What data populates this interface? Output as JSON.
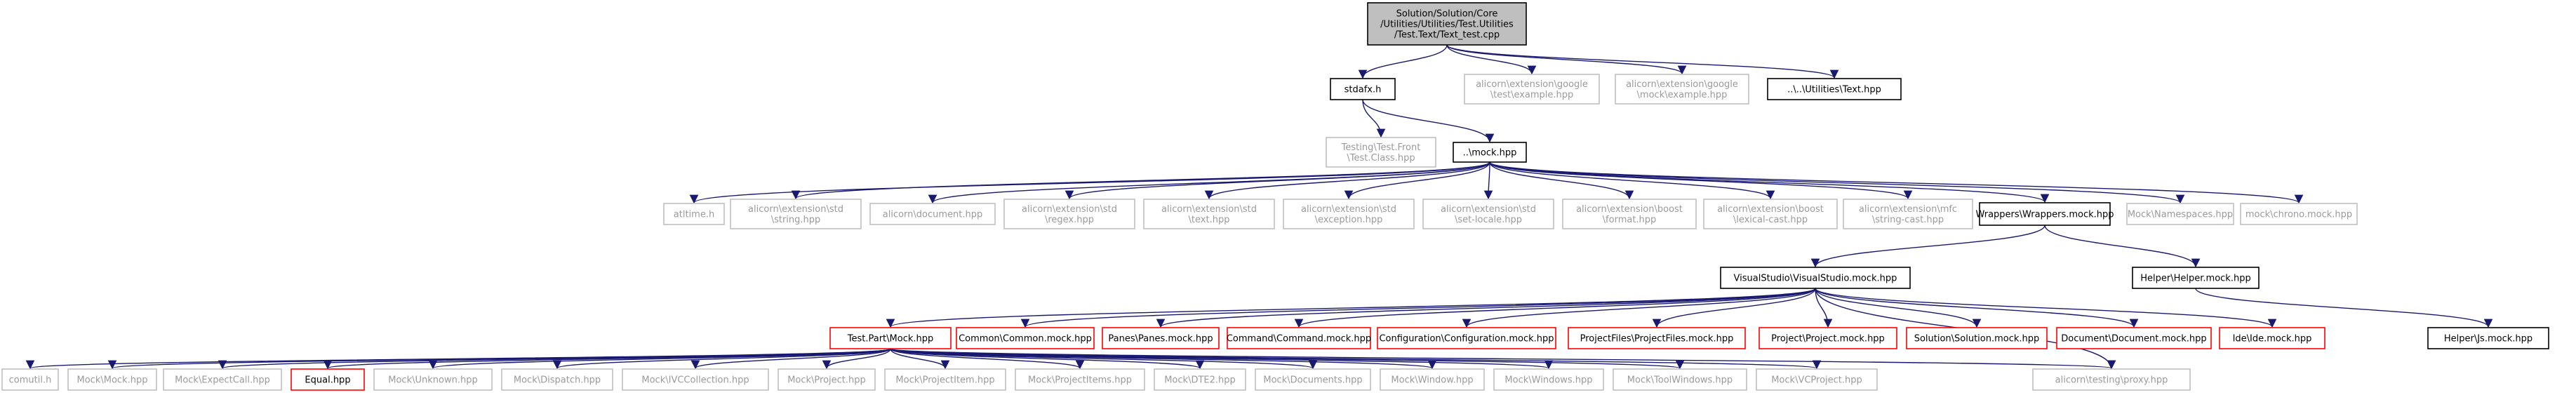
{
  "colors": {
    "edge": "#191970",
    "root_fill": "#bfbfbf",
    "missing_border": "#ff0000",
    "external_border": "#bfbfbf",
    "documented_border": "#000000"
  },
  "nodes": [
    {
      "id": "root",
      "kind": "root",
      "lines": [
        "Solution/Solution/Core",
        "/Utilities/Utilities/Test.Utilities",
        "/Test.Text/Text_test.cpp"
      ]
    },
    {
      "id": "stdafx",
      "kind": "documented",
      "lines": [
        "stdafx.h"
      ]
    },
    {
      "id": "gtest_ex",
      "kind": "external",
      "lines": [
        "alicorn\\extension\\google",
        "\\test\\example.hpp"
      ]
    },
    {
      "id": "gmock_ex",
      "kind": "external",
      "lines": [
        "alicorn\\extension\\google",
        "\\mock\\example.hpp"
      ]
    },
    {
      "id": "text_hpp",
      "kind": "documented",
      "lines": [
        "..\\..\\Utilities\\Text.hpp"
      ]
    },
    {
      "id": "testing_front",
      "kind": "external",
      "lines": [
        "Testing\\Test.Front",
        "\\Test.Class.hpp"
      ]
    },
    {
      "id": "mock_hpp",
      "kind": "documented",
      "lines": [
        "..\\mock.hpp"
      ]
    },
    {
      "id": "atltime",
      "kind": "external",
      "lines": [
        "atltime.h"
      ]
    },
    {
      "id": "std_string",
      "kind": "external",
      "lines": [
        "alicorn\\extension\\std",
        "\\string.hpp"
      ]
    },
    {
      "id": "document",
      "kind": "external",
      "lines": [
        "alicorn\\document.hpp"
      ]
    },
    {
      "id": "std_regex",
      "kind": "external",
      "lines": [
        "alicorn\\extension\\std",
        "\\regex.hpp"
      ]
    },
    {
      "id": "std_text",
      "kind": "external",
      "lines": [
        "alicorn\\extension\\std",
        "\\text.hpp"
      ]
    },
    {
      "id": "std_exception",
      "kind": "external",
      "lines": [
        "alicorn\\extension\\std",
        "\\exception.hpp"
      ]
    },
    {
      "id": "std_setlocale",
      "kind": "external",
      "lines": [
        "alicorn\\extension\\std",
        "\\set-locale.hpp"
      ]
    },
    {
      "id": "boost_format",
      "kind": "external",
      "lines": [
        "alicorn\\extension\\boost",
        "\\format.hpp"
      ]
    },
    {
      "id": "boost_lexical",
      "kind": "external",
      "lines": [
        "alicorn\\extension\\boost",
        "\\lexical-cast.hpp"
      ]
    },
    {
      "id": "mfc_string",
      "kind": "external",
      "lines": [
        "alicorn\\extension\\mfc",
        "\\string-cast.hpp"
      ]
    },
    {
      "id": "wrappers",
      "kind": "documented",
      "lines": [
        "Wrappers\\Wrappers.mock.hpp"
      ]
    },
    {
      "id": "mock_namespaces",
      "kind": "external",
      "lines": [
        "Mock\\Namespaces.hpp"
      ]
    },
    {
      "id": "mock_chrono",
      "kind": "external",
      "lines": [
        "mock\\chrono.mock.hpp"
      ]
    },
    {
      "id": "vs_mock",
      "kind": "documented",
      "lines": [
        "VisualStudio\\VisualStudio.mock.hpp"
      ]
    },
    {
      "id": "helper_mock",
      "kind": "documented",
      "lines": [
        "Helper\\Helper.mock.hpp"
      ]
    },
    {
      "id": "helper_js",
      "kind": "documented",
      "lines": [
        "Helper\\Js.mock.hpp"
      ]
    },
    {
      "id": "testpart",
      "kind": "missing",
      "lines": [
        "Test.Part\\Mock.hpp"
      ]
    },
    {
      "id": "common",
      "kind": "missing",
      "lines": [
        "Common\\Common.mock.hpp"
      ]
    },
    {
      "id": "panes",
      "kind": "missing",
      "lines": [
        "Panes\\Panes.mock.hpp"
      ]
    },
    {
      "id": "command",
      "kind": "missing",
      "lines": [
        "Command\\Command.mock.hpp"
      ]
    },
    {
      "id": "configuration",
      "kind": "missing",
      "lines": [
        "Configuration\\Configuration.mock.hpp"
      ]
    },
    {
      "id": "projectfiles",
      "kind": "missing",
      "lines": [
        "ProjectFiles\\ProjectFiles.mock.hpp"
      ]
    },
    {
      "id": "project",
      "kind": "missing",
      "lines": [
        "Project\\Project.mock.hpp"
      ]
    },
    {
      "id": "solution",
      "kind": "missing",
      "lines": [
        "Solution\\Solution.mock.hpp"
      ]
    },
    {
      "id": "document_mock",
      "kind": "missing",
      "lines": [
        "Document\\Document.mock.hpp"
      ]
    },
    {
      "id": "ide",
      "kind": "missing",
      "lines": [
        "Ide\\Ide.mock.hpp"
      ]
    },
    {
      "id": "comutil",
      "kind": "external",
      "lines": [
        "comutil.h"
      ]
    },
    {
      "id": "mock_mock",
      "kind": "external",
      "lines": [
        "Mock\\Mock.hpp"
      ]
    },
    {
      "id": "expectcall",
      "kind": "external",
      "lines": [
        "Mock\\ExpectCall.hpp"
      ]
    },
    {
      "id": "equal",
      "kind": "missing",
      "lines": [
        "Equal.hpp"
      ]
    },
    {
      "id": "unknown",
      "kind": "external",
      "lines": [
        "Mock\\Unknown.hpp"
      ]
    },
    {
      "id": "dispatch",
      "kind": "external",
      "lines": [
        "Mock\\Dispatch.hpp"
      ]
    },
    {
      "id": "ivccollection",
      "kind": "external",
      "lines": [
        "Mock\\IVCCollection.hpp"
      ]
    },
    {
      "id": "mproject",
      "kind": "external",
      "lines": [
        "Mock\\Project.hpp"
      ]
    },
    {
      "id": "projectitem",
      "kind": "external",
      "lines": [
        "Mock\\ProjectItem.hpp"
      ]
    },
    {
      "id": "projectitems",
      "kind": "external",
      "lines": [
        "Mock\\ProjectItems.hpp"
      ]
    },
    {
      "id": "dte2",
      "kind": "external",
      "lines": [
        "Mock\\DTE2.hpp"
      ]
    },
    {
      "id": "documents",
      "kind": "external",
      "lines": [
        "Mock\\Documents.hpp"
      ]
    },
    {
      "id": "window",
      "kind": "external",
      "lines": [
        "Mock\\Window.hpp"
      ]
    },
    {
      "id": "windows",
      "kind": "external",
      "lines": [
        "Mock\\Windows.hpp"
      ]
    },
    {
      "id": "toolwindows",
      "kind": "external",
      "lines": [
        "Mock\\ToolWindows.hpp"
      ]
    },
    {
      "id": "vcproject",
      "kind": "external",
      "lines": [
        "Mock\\VCProject.hpp"
      ]
    },
    {
      "id": "proxy",
      "kind": "external",
      "lines": [
        "alicorn\\testing\\proxy.hpp"
      ]
    }
  ],
  "edges": [
    [
      "root",
      "stdafx"
    ],
    [
      "root",
      "gtest_ex"
    ],
    [
      "root",
      "gmock_ex"
    ],
    [
      "root",
      "text_hpp"
    ],
    [
      "stdafx",
      "testing_front"
    ],
    [
      "stdafx",
      "mock_hpp"
    ],
    [
      "mock_hpp",
      "atltime"
    ],
    [
      "mock_hpp",
      "std_string"
    ],
    [
      "mock_hpp",
      "document"
    ],
    [
      "mock_hpp",
      "std_regex"
    ],
    [
      "mock_hpp",
      "std_text"
    ],
    [
      "mock_hpp",
      "std_exception"
    ],
    [
      "mock_hpp",
      "std_setlocale"
    ],
    [
      "mock_hpp",
      "boost_format"
    ],
    [
      "mock_hpp",
      "boost_lexical"
    ],
    [
      "mock_hpp",
      "mfc_string"
    ],
    [
      "mock_hpp",
      "wrappers"
    ],
    [
      "mock_hpp",
      "mock_namespaces"
    ],
    [
      "mock_hpp",
      "mock_chrono"
    ],
    [
      "wrappers",
      "vs_mock"
    ],
    [
      "wrappers",
      "helper_mock"
    ],
    [
      "helper_mock",
      "helper_js"
    ],
    [
      "vs_mock",
      "testpart"
    ],
    [
      "vs_mock",
      "common"
    ],
    [
      "vs_mock",
      "panes"
    ],
    [
      "vs_mock",
      "command"
    ],
    [
      "vs_mock",
      "configuration"
    ],
    [
      "vs_mock",
      "projectfiles"
    ],
    [
      "vs_mock",
      "project"
    ],
    [
      "vs_mock",
      "solution"
    ],
    [
      "vs_mock",
      "document_mock"
    ],
    [
      "vs_mock",
      "ide"
    ],
    [
      "vs_mock",
      "proxy"
    ],
    [
      "testpart",
      "comutil"
    ],
    [
      "testpart",
      "mock_mock"
    ],
    [
      "testpart",
      "expectcall"
    ],
    [
      "testpart",
      "equal"
    ],
    [
      "testpart",
      "unknown"
    ],
    [
      "testpart",
      "dispatch"
    ],
    [
      "testpart",
      "ivccollection"
    ],
    [
      "testpart",
      "mproject"
    ],
    [
      "testpart",
      "projectitem"
    ],
    [
      "testpart",
      "projectitems"
    ],
    [
      "testpart",
      "dte2"
    ],
    [
      "testpart",
      "documents"
    ],
    [
      "testpart",
      "window"
    ],
    [
      "testpart",
      "windows"
    ],
    [
      "testpart",
      "toolwindows"
    ],
    [
      "testpart",
      "vcproject"
    ],
    [
      "testpart",
      "proxy"
    ]
  ]
}
